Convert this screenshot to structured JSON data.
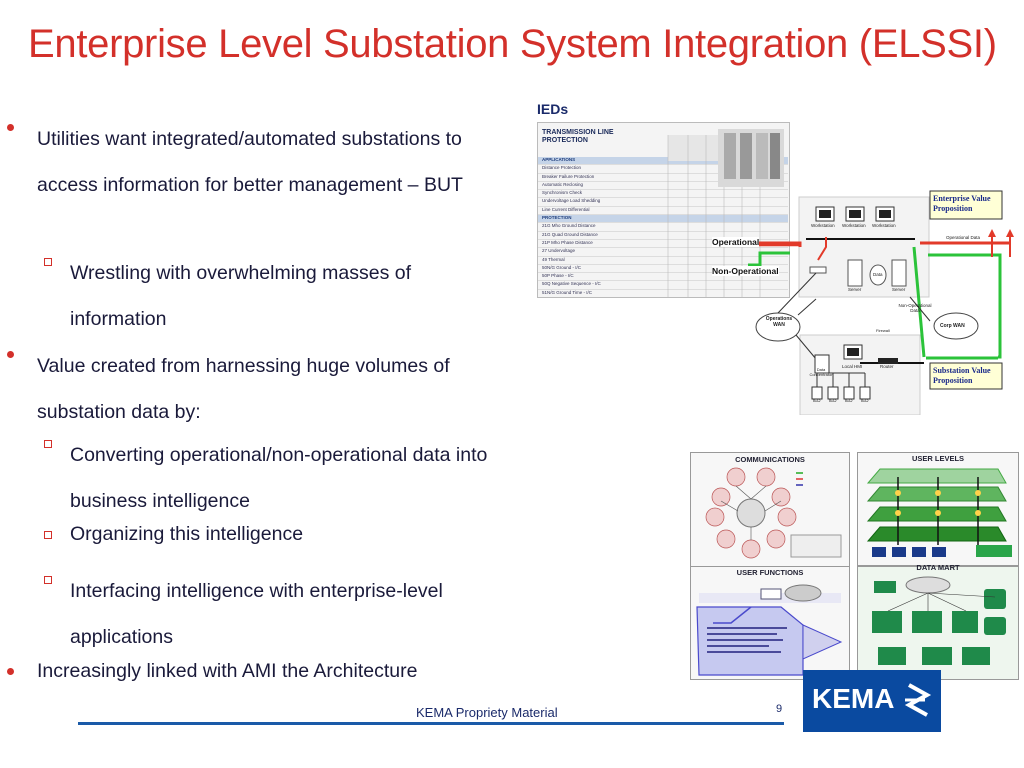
{
  "title": "Enterprise Level Substation System Integration (ELSSI)",
  "bullets": [
    {
      "text": "Utilities want integrated/automated substations to access information for better management – BUT"
    },
    {
      "text": "Wrestling with overwhelming masses of information"
    },
    {
      "text": "Value created from harnessing huge volumes of substation data by:"
    },
    {
      "text": "Converting operational/non-operational data into business intelligence"
    },
    {
      "text": "Organizing this intelligence"
    },
    {
      "text": "Interfacing intelligence with enterprise-level applications"
    },
    {
      "text": "Increasingly linked with AMI the Architecture"
    }
  ],
  "diagram": {
    "ieds_label": "IEDs",
    "table_title": "TRANSMISSION LINE PROTECTION",
    "table_sections": [
      "APPLICATIONS",
      "PROTECTION"
    ],
    "applications_rows": [
      "Distance Protection",
      "Breaker Failure Protection",
      "Automatic Reclosing",
      "Synchronism Check",
      "Undervoltage Load Shedding",
      "Line Current Differential"
    ],
    "protection_rows": [
      "21G Mho Ground Distance",
      "21G Quad Ground Distance",
      "21P Mho Phase Distance",
      "27 Undervoltage",
      "49 Thermal",
      "50N/G Ground - I/C",
      "50P Phase - I/C",
      "50Q Negative Sequence - I/C",
      "51N/G Ground Time - I/C"
    ],
    "operational_label": "Operational",
    "non_operational_label": "Non-Operational",
    "enterprise_value": "Enterprise Value Proposition",
    "substation_value": "Substation Value Proposition",
    "operational_data": "Operational Data",
    "non_operational_data": "Non-Operational Data",
    "workstation": "Workstation",
    "server": "Server",
    "data": "Data",
    "operations_wan": "Operations WAN",
    "corp_wan": "Corp WAN",
    "local_hmi": "Local HMI",
    "router": "Router",
    "data_concentrator": "Data Concentrator",
    "ied": "IED",
    "firewall": "Firewall"
  },
  "thumbnails": {
    "communications": "COMMUNICATIONS",
    "user_levels": "USER LEVELS",
    "user_functions": "USER FUNCTIONS",
    "data_mart": "DATA MART"
  },
  "footer": {
    "text": "KEMA Propriety Material",
    "page": "9",
    "logo": "KEMA"
  },
  "colors": {
    "title": "#d3302a",
    "bullet_marker": "#d3302a",
    "text": "#1a1a3a",
    "operational": "#e23a2a",
    "non_operational": "#2bc33a",
    "kema_blue": "#0a4aa0"
  }
}
